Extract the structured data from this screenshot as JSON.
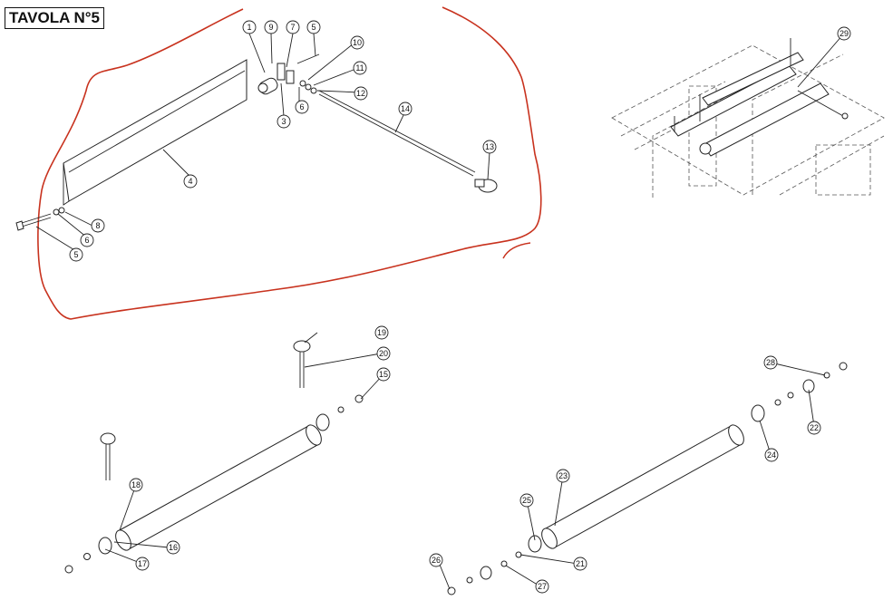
{
  "sheet_title": "TAVOLA N°5",
  "colors": {
    "markup": "#c8321e",
    "line": "#222222"
  },
  "callouts": [
    "1",
    "3",
    "4",
    "5",
    "6",
    "7",
    "8",
    "9",
    "10",
    "11",
    "12",
    "13",
    "14",
    "15",
    "16",
    "17",
    "18",
    "19",
    "20",
    "21",
    "22",
    "23",
    "24",
    "25",
    "26",
    "27",
    "28",
    "29"
  ]
}
